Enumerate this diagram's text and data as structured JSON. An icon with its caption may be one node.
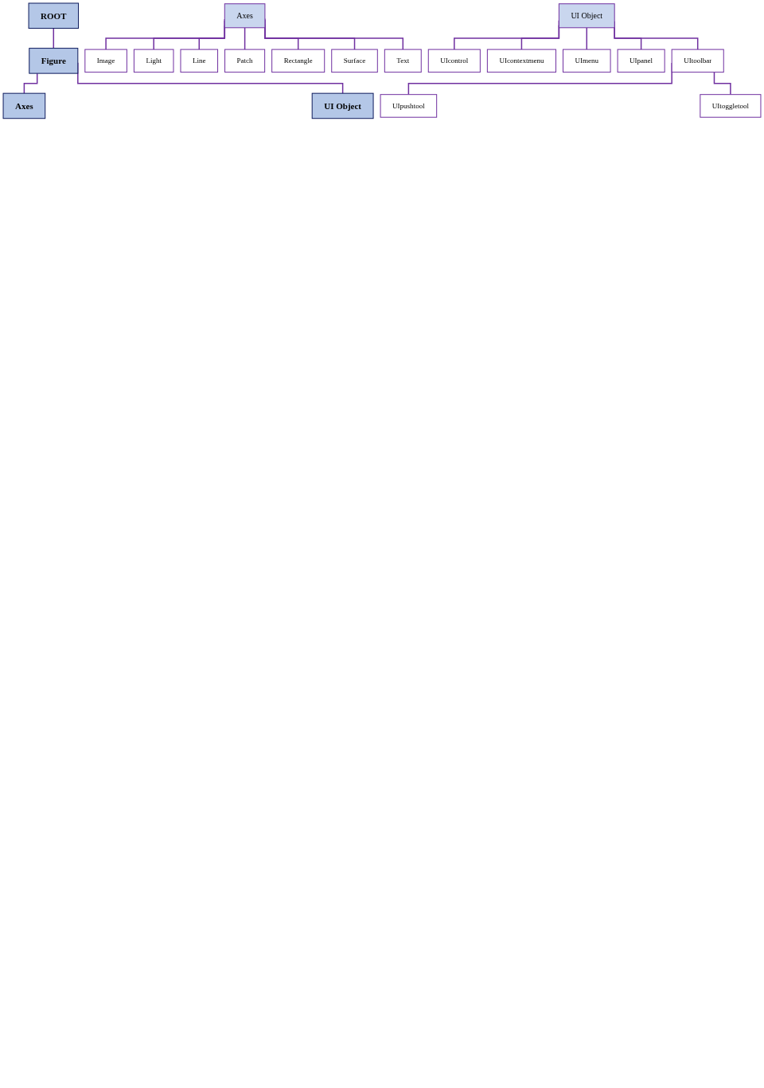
{
  "diagram": {
    "nodes": [
      {
        "text": [
          "ROOT"
        ]
      },
      {
        "text": [
          "Figure"
        ]
      },
      {
        "text": [
          "Axes"
        ]
      },
      {
        "text": [
          "UI Object"
        ]
      },
      {
        "text": [
          "Axes"
        ]
      },
      {
        "text": [
          "UI Object"
        ]
      },
      {
        "text": [
          "Image"
        ]
      },
      {
        "text": [
          "Light"
        ]
      },
      {
        "text": [
          "Line"
        ]
      },
      {
        "text": [
          "Patch"
        ]
      },
      {
        "text": [
          "Rectangle"
        ]
      },
      {
        "text": [
          "Surface"
        ]
      },
      {
        "text": [
          "Text"
        ]
      },
      {
        "text": [
          "UIcontrol"
        ]
      },
      {
        "text": [
          "UIcontextmenu"
        ]
      },
      {
        "text": [
          "UImenu"
        ]
      },
      {
        "text": [
          "UIpanel"
        ]
      },
      {
        "text": [
          "UItoolbar"
        ]
      },
      {
        "text": [
          "UIpushtool"
        ]
      },
      {
        "text": [
          "UItoggletool"
        ]
      }
    ],
    "edges": [
      {
        "from": 0,
        "to": 1,
        "arrow": "none"
      },
      {
        "from": 1,
        "to": 2,
        "arrow": "none"
      },
      {
        "from": 1,
        "to": 3,
        "arrow": "none"
      },
      {
        "from": 4,
        "to": 6,
        "arrow": "none"
      },
      {
        "from": 4,
        "to": 7,
        "arrow": "none"
      },
      {
        "from": 4,
        "to": 8,
        "arrow": "none"
      },
      {
        "from": 4,
        "to": 9,
        "arrow": "none"
      },
      {
        "from": 4,
        "to": 10,
        "arrow": "none"
      },
      {
        "from": 4,
        "to": 11,
        "arrow": "none"
      },
      {
        "from": 4,
        "to": 12,
        "arrow": "none"
      },
      {
        "from": 5,
        "to": 13,
        "arrow": "none"
      },
      {
        "from": 5,
        "to": 14,
        "arrow": "none"
      },
      {
        "from": 5,
        "to": 15,
        "arrow": "none"
      },
      {
        "from": 5,
        "to": 16,
        "arrow": "none"
      },
      {
        "from": 5,
        "to": 17,
        "arrow": "none"
      },
      {
        "from": 17,
        "to": 18,
        "arrow": "none"
      },
      {
        "from": 17,
        "to": 19,
        "arrow": "none"
      }
    ]
  }
}
